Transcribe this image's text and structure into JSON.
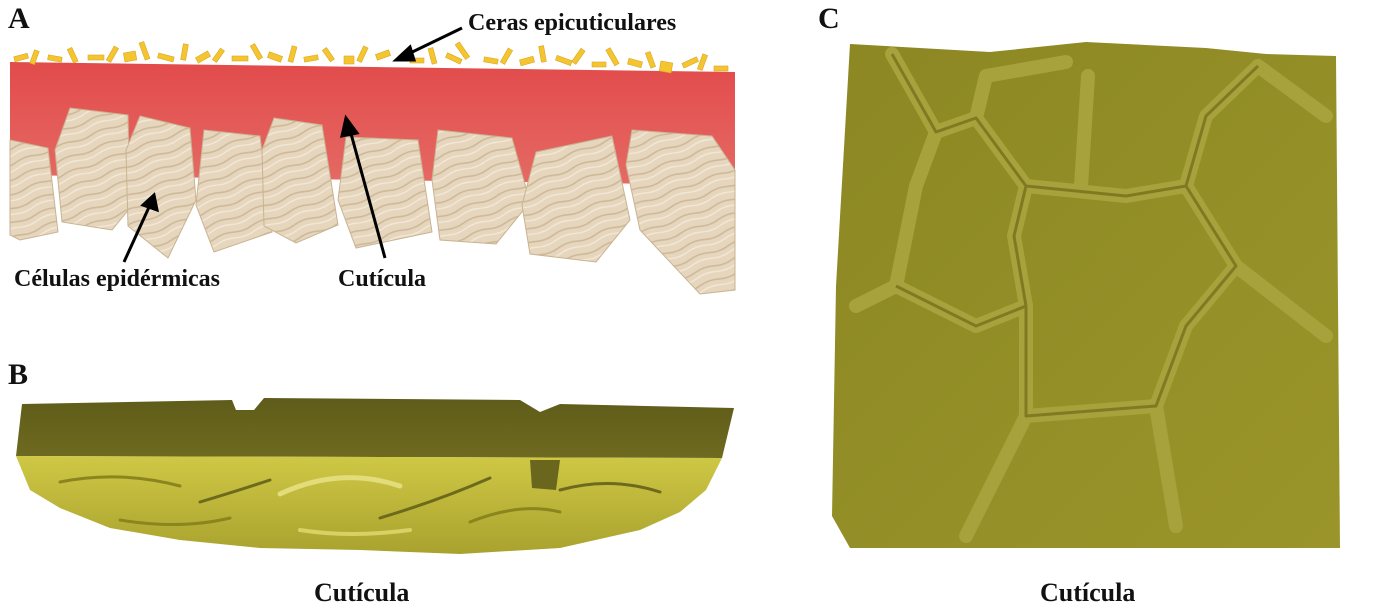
{
  "panels": {
    "a": {
      "letter": "A",
      "labels": {
        "waxes": "Ceras epicuticulares",
        "cells": "Células epidérmicas",
        "cuticle": "Cutícula"
      },
      "colors": {
        "cuticle": "#e35a5a",
        "wax": "#f5c93a",
        "cell": "#e3d3b8"
      }
    },
    "b": {
      "letter": "B",
      "caption": "Cutícula",
      "colors": {
        "top": "#5c5a1a",
        "body": "#b9b23a"
      }
    },
    "c": {
      "letter": "C",
      "caption": "Cutícula",
      "colors": {
        "surface": "#8f8a24",
        "ridge": "#a6a03a"
      }
    }
  }
}
